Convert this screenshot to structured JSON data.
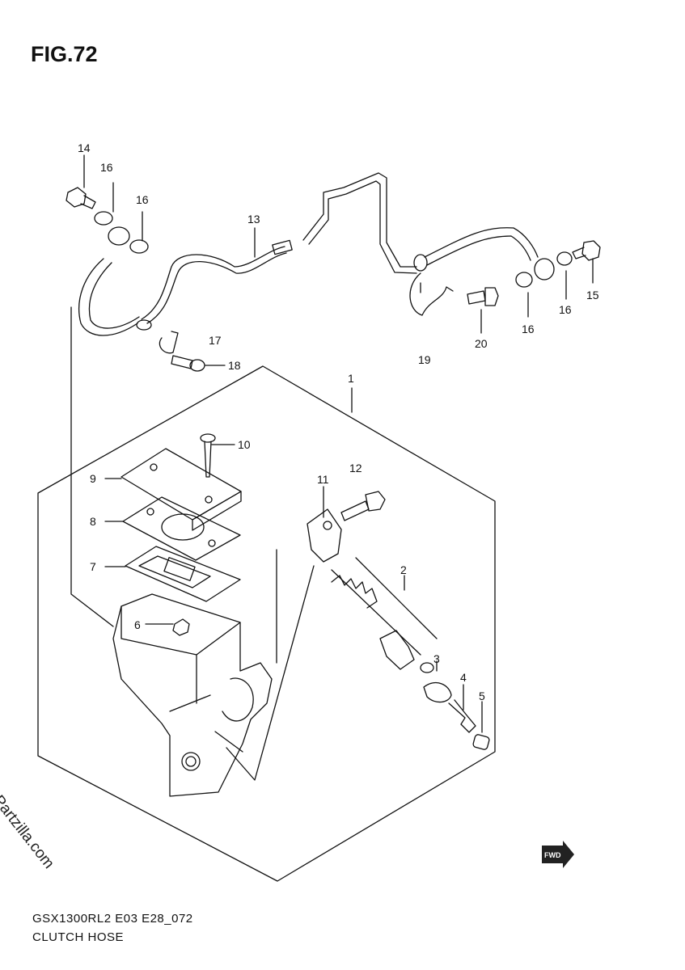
{
  "figure": {
    "title": "FIG.72"
  },
  "callouts": [
    {
      "id": "c1",
      "text": "1"
    },
    {
      "id": "c2",
      "text": "2"
    },
    {
      "id": "c3",
      "text": "3"
    },
    {
      "id": "c4",
      "text": "4"
    },
    {
      "id": "c5",
      "text": "5"
    },
    {
      "id": "c6",
      "text": "6"
    },
    {
      "id": "c7",
      "text": "7"
    },
    {
      "id": "c8",
      "text": "8"
    },
    {
      "id": "c9",
      "text": "9"
    },
    {
      "id": "c10",
      "text": "10"
    },
    {
      "id": "c11",
      "text": "11"
    },
    {
      "id": "c12",
      "text": "12"
    },
    {
      "id": "c13",
      "text": "13"
    },
    {
      "id": "c14",
      "text": "14"
    },
    {
      "id": "c15",
      "text": "15"
    },
    {
      "id": "c16a",
      "text": "16"
    },
    {
      "id": "c16b",
      "text": "16"
    },
    {
      "id": "c16c",
      "text": "16"
    },
    {
      "id": "c16d",
      "text": "16"
    },
    {
      "id": "c17",
      "text": "17"
    },
    {
      "id": "c18",
      "text": "18"
    },
    {
      "id": "c19",
      "text": "19"
    },
    {
      "id": "c20",
      "text": "20"
    }
  ],
  "watermark": "© Partzilla.com",
  "fwd_badge": "FWD",
  "footer": {
    "model_code": "GSX1300RL2 E03 E28_072",
    "section_name": "CLUTCH HOSE"
  }
}
